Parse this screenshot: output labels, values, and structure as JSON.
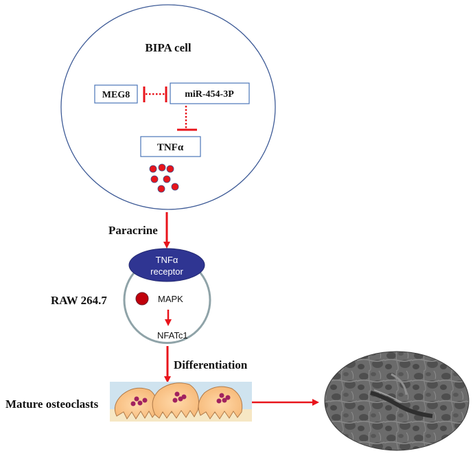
{
  "diagram": {
    "type": "signaling-pathway",
    "colors": {
      "inhibition": "#e8141b",
      "arrow": "#e8141b",
      "cell_outline_bipa": "#3d5a96",
      "box_outline": "#4a74b8",
      "receptor_fill": "#2f3592",
      "raw_cell_outline": "#8fa3a8",
      "mapk_dot": "#c0000b",
      "tnf_particles": "#e8141b"
    },
    "bipa_cell": {
      "label": "BIPA cell",
      "nodes": {
        "meg8": "MEG8",
        "mir": "miR-454-3P",
        "tnf": "TNFα"
      },
      "edges": [
        {
          "from": "MEG8",
          "to": "miR-454-3P",
          "type": "inhibition",
          "style": "dotted"
        },
        {
          "from": "miR-454-3P",
          "to": "TNFα",
          "type": "inhibition",
          "style": "dotted"
        }
      ],
      "secreted_particles": 7
    },
    "paracrine": {
      "label": "Paracrine"
    },
    "raw_cell": {
      "label": "RAW 264.7",
      "receptor_line1": "TNFα",
      "receptor_line2": "receptor",
      "mapk": "MAPK",
      "nfatc1": "NFATc1",
      "edges": [
        {
          "from": "MAPK",
          "to": "NFATc1",
          "type": "activation"
        }
      ]
    },
    "differentiation": {
      "label": "Differentiation"
    },
    "osteoclasts": {
      "label": "Mature osteoclasts",
      "cell_count": 3
    },
    "sem_image": {
      "description": "bone resorption SEM micrograph"
    }
  }
}
